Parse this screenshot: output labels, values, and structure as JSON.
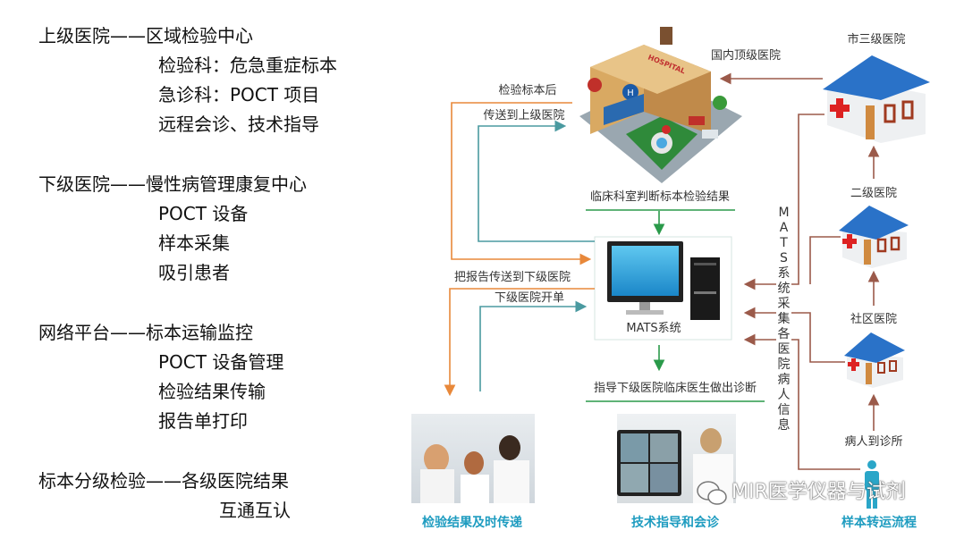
{
  "left_text": {
    "groups": [
      {
        "head": "上级医院——区域检验中心",
        "items": [
          "检验科：危急重症标本",
          "急诊科：POCT 项目",
          "远程会诊、技术指导"
        ]
      },
      {
        "head": "下级医院——慢性病管理康复中心",
        "items": [
          "POCT 设备",
          "样本采集",
          "吸引患者"
        ]
      },
      {
        "head": "网络平台——标本运输监控",
        "items": [
          "POCT 设备管理",
          "检验结果传输",
          "报告单打印"
        ]
      },
      {
        "head": "标本分级检验——各级医院结果",
        "items": [
          "互通互认"
        ]
      }
    ]
  },
  "diagram": {
    "top_hospital": "国内顶级医院",
    "city_hospital": "市三级医院",
    "secondary_hospital": "二级医院",
    "community_hospital": "社区医院",
    "patient": "病人到诊所",
    "send_up_1": "检验标本后",
    "send_up_2": "传送到上级医院",
    "clinical_judge": "临床科室判断标本检验结果",
    "system_name": "MATS系统",
    "send_report": "把报告传送到下级医院",
    "lower_order": "下级医院开单",
    "guide": "指导下级医院临床医生做出诊断",
    "collect_vertical": "MATS系统采集各医院病人信息",
    "hospital_sign": "HOSPITAL"
  },
  "captions": {
    "results": "检验结果及时传递",
    "guidance": "技术指导和会诊",
    "transport": "样本转运流程"
  },
  "watermark": "MIR医学仪器与试剂",
  "colors": {
    "orange": "#e8883a",
    "teal": "#4a9aa0",
    "brown": "#9b5a4a",
    "green": "#2a9a4a",
    "caption": "#1e9cc0"
  }
}
